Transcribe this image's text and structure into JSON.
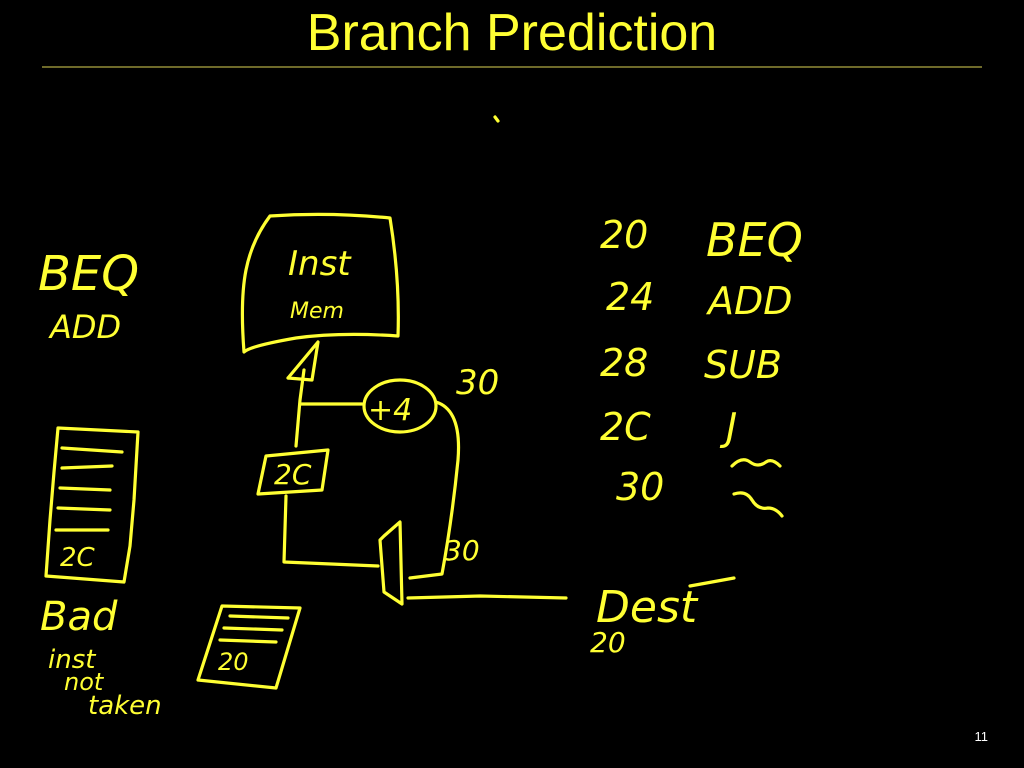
{
  "slide": {
    "title": "Branch Prediction",
    "page_number": "11"
  },
  "ink": {
    "color": "#FFFF33",
    "left_column": {
      "instr_1": "BEQ",
      "instr_2": "ADD",
      "queue_entry": "2C",
      "note_line_1": "Bad",
      "note_line_2": "inst",
      "note_line_3": "not",
      "note_line_4": "taken"
    },
    "diagram": {
      "inst_mem_line_1": "Inst",
      "inst_mem_line_2": "Mem",
      "pc_value": "2C",
      "adder_label": "+4",
      "adder_output": "30",
      "mux_input": "30",
      "buffer_value": "20"
    },
    "program_listing": [
      {
        "address": "20",
        "instruction": "BEQ"
      },
      {
        "address": "24",
        "instruction": "ADD"
      },
      {
        "address": "28",
        "instruction": "SUB"
      },
      {
        "address": "2C",
        "instruction": "J"
      },
      {
        "address": "30",
        "instruction": ""
      }
    ],
    "dest": {
      "label": "Dest",
      "value": "20"
    }
  }
}
